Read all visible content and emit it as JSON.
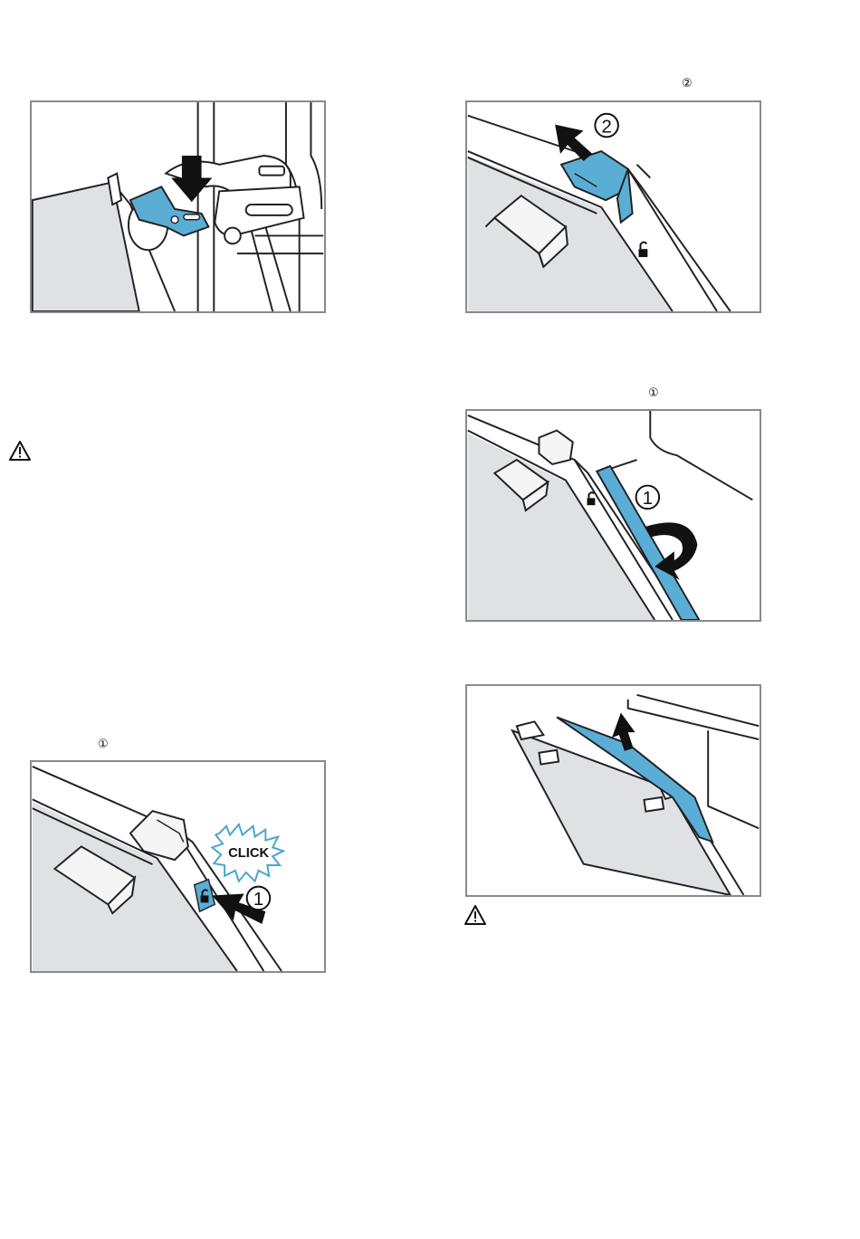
{
  "markers": {
    "fig2_step": "②",
    "fig3_step": "①",
    "fig5_step": "①"
  },
  "callouts": {
    "fig2_num": "2",
    "fig3_num": "1",
    "fig5_num": "1",
    "fig5_click": "CLICK"
  },
  "colors": {
    "accent_blue": "#5aaed6",
    "panel_grey": "#dfe1e5",
    "frame_grey": "#8a8a8a"
  },
  "icons": [
    "warning-triangle-icon",
    "unlock-icon",
    "arrow-icon"
  ]
}
